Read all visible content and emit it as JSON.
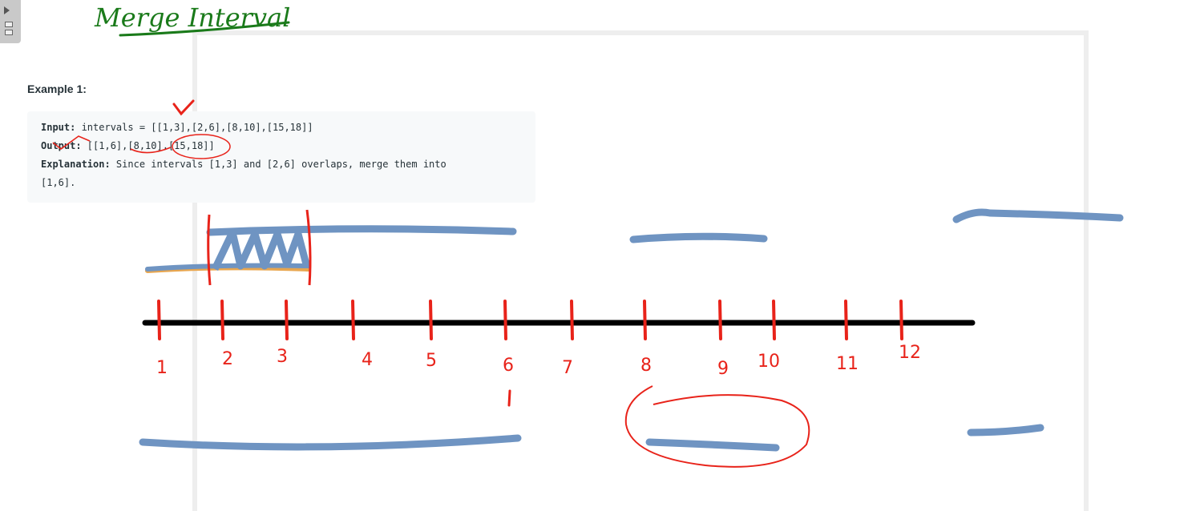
{
  "title": "Merge Interval",
  "example": {
    "heading": "Example 1:",
    "input_label": "Input:",
    "input_value": " intervals = [[1,3],[2,6],[8,10],[15,18]]",
    "output_label": "Output:",
    "output_value": " [[1,6],[8,10],[15,18]]",
    "explanation_label": "Explanation:",
    "explanation_line1": " Since intervals [1,3] and [2,6] overlaps, merge them into",
    "explanation_line2": "[1,6]."
  },
  "number_line": {
    "labels": [
      "1",
      "2",
      "3",
      "4",
      "5",
      "6",
      "7",
      "8",
      "9",
      "10",
      "11",
      "12"
    ]
  },
  "colors": {
    "title_ink": "#1a7a1a",
    "annotation_ink": "#e8231a",
    "interval_ink": "#6f94c2",
    "overlap_ink": "#e8a64f",
    "axis_ink": "#000000"
  }
}
